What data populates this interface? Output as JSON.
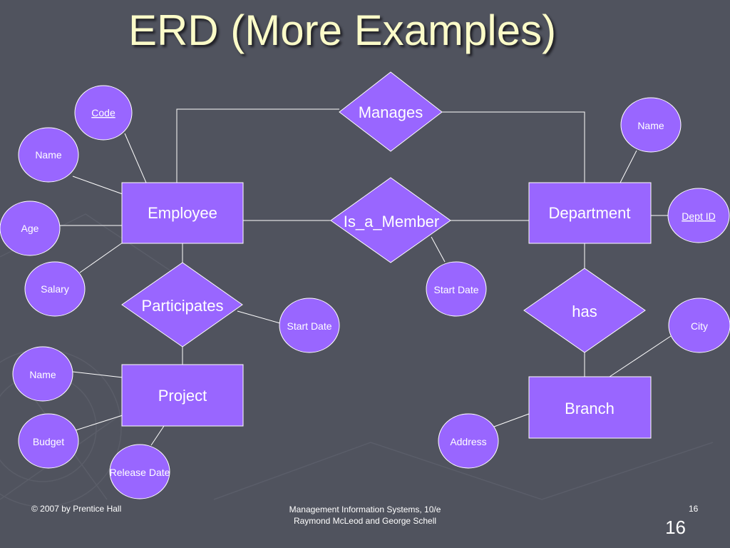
{
  "slide": {
    "title": "ERD (More Examples)",
    "footer_left": "© 2007 by Prentice Hall",
    "footer_center_line1": "Management Information Systems, 10/e",
    "footer_center_line2": "Raymond McLeod and George Schell",
    "footer_page_small": "16",
    "page_number": "16"
  },
  "entities": {
    "employee": "Employee",
    "department": "Department",
    "project": "Project",
    "branch": "Branch"
  },
  "relationships": {
    "manages": "Manages",
    "is_a_member": "Is_a_Member",
    "participates": "Participates",
    "has": "has"
  },
  "attributes": {
    "employee_code": "Code",
    "employee_name": "Name",
    "employee_age": "Age",
    "employee_salary": "Salary",
    "department_name": "Name",
    "department_dept_id": "Dept ID",
    "member_start_date": "Start Date",
    "participates_start_date": "Start Date",
    "branch_city": "City",
    "branch_address": "Address",
    "project_name": "Name",
    "project_budget": "Budget",
    "project_release_date": "Release Date"
  },
  "colors": {
    "background": "#50535e",
    "shape_fill": "#9966ff",
    "shape_stroke": "#ffffff",
    "line": "#ffffff",
    "title": "#fbfbc8"
  }
}
